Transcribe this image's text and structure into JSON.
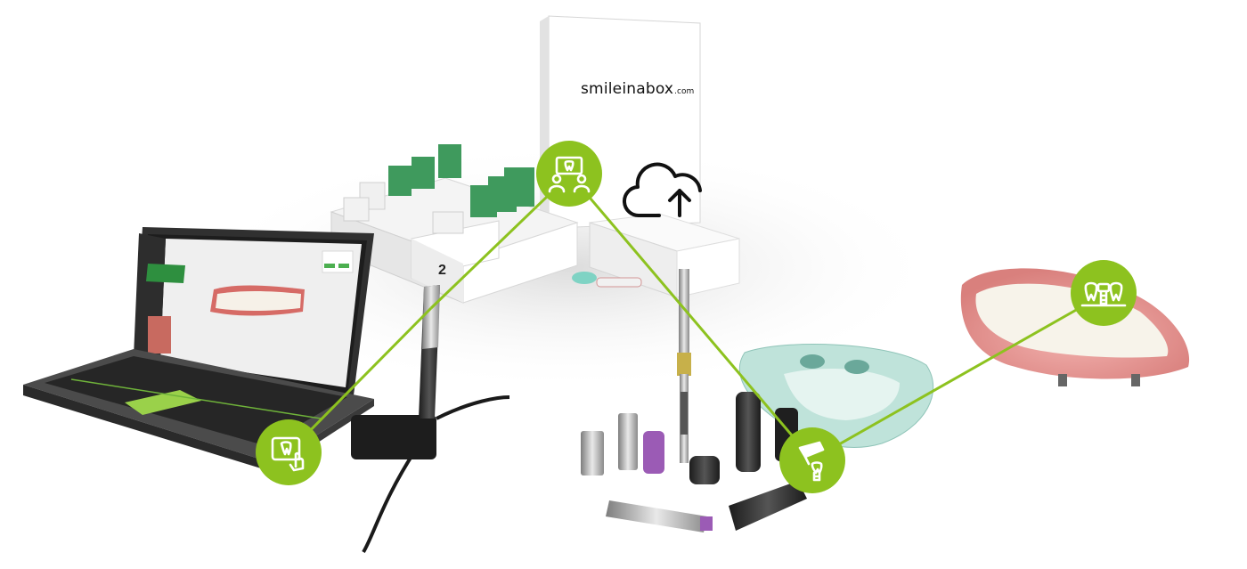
{
  "brand": {
    "name": "smileinabox",
    "tld": ".com"
  },
  "box_number": "2",
  "colors": {
    "accent": "#8dc21f",
    "background": "#ffffff",
    "gum": "#e89a98",
    "guide": "#bfe3da",
    "screen": "#2a2a2a"
  },
  "icons": [
    "tablet-touch-icon",
    "consultation-icon",
    "implant-bridge-icon",
    "surgical-drill-icon",
    "cloud-upload-icon"
  ]
}
